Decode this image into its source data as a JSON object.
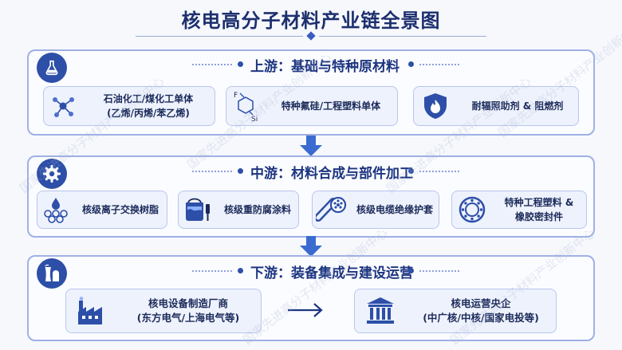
{
  "title": "核电高分子材料产业链全景图",
  "watermark": "国家先进高分子材料产业创新中心",
  "colors": {
    "primary": "#2d4fa8",
    "title": "#1c2f6e",
    "section_border": "#9fb0e6",
    "card_fill": "#eef2fc",
    "arrow": "#3a6bd0"
  },
  "upstream": {
    "title": "上游：基础与特种原材料",
    "icon": "flask-icon",
    "cards": [
      {
        "label_1": "石油化工/煤化工单体",
        "label_2": "(乙烯/丙烯/苯乙烯)",
        "icon": "molecule-icon"
      },
      {
        "label_1": "特种氟硅/工程塑料单体",
        "label_2": "",
        "icon": "fluoro-silicon-structure-icon",
        "icon_text_f": "F",
        "icon_text_si": "Si"
      },
      {
        "label_1": "耐辐照助剂 & 阻燃剂",
        "label_2": "",
        "icon": "flame-shield-icon"
      }
    ]
  },
  "midstream": {
    "title": "中游：材料合成与部件加工",
    "icon": "gear-icon",
    "cards": [
      {
        "label_1": "核级离子交换树脂",
        "label_2": "",
        "icon": "resin-beads-icon"
      },
      {
        "label_1": "核级重防腐涂料",
        "label_2": "",
        "icon": "paint-bucket-icon"
      },
      {
        "label_1": "核级电缆绝缘护套",
        "label_2": "",
        "icon": "cable-icon"
      },
      {
        "label_1": "特种工程塑料 &",
        "label_2": "橡胶密封件",
        "icon": "seal-ring-icon"
      }
    ]
  },
  "downstream": {
    "title": "下游：装备集成与建设运营",
    "icon": "nuclear-plant-icon",
    "cards": [
      {
        "label_1": "核电设备制造厂商",
        "label_2": "(东方电气/上海电气等)",
        "icon": "factory-icon"
      },
      {
        "label_1": "核电运营央企",
        "label_2": "(中广核/中核/国家电投等)",
        "icon": "institution-icon"
      }
    ],
    "connector": "right-arrow-icon"
  }
}
